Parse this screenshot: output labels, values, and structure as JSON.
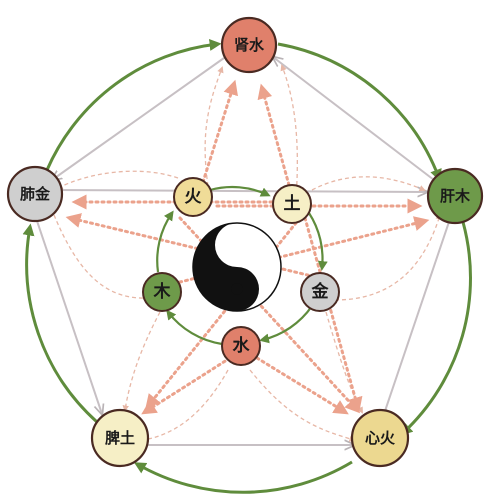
{
  "outer_nodes": [
    {
      "key": "kidney",
      "label": "肾水",
      "fill": "#e0806b"
    },
    {
      "key": "liver",
      "label": "肝木",
      "fill": "#6e9a4a"
    },
    {
      "key": "heart",
      "label": "心火",
      "fill": "#ecd890"
    },
    {
      "key": "spleen",
      "label": "脾土",
      "fill": "#f6efc6"
    },
    {
      "key": "lung",
      "label": "肺金",
      "fill": "#cfcfcf"
    }
  ],
  "inner_nodes": [
    {
      "key": "fire",
      "label": "火",
      "fill": "#f0dc98"
    },
    {
      "key": "earth",
      "label": "土",
      "fill": "#f6efc6"
    },
    {
      "key": "metal",
      "label": "金",
      "fill": "#cfcfcf"
    },
    {
      "key": "water",
      "label": "水",
      "fill": "#e0806b"
    },
    {
      "key": "wood",
      "label": "木",
      "fill": "#6e9a4a"
    }
  ],
  "colors": {
    "generating_arrow": "#5f8c3c",
    "controlling_arrow": "#c7c0c4",
    "dotted_arrow": "#eba28c",
    "dashed_arrow": "#e7b7a6",
    "node_outline": "#4a2a22"
  },
  "center_symbol": "yin-yang"
}
